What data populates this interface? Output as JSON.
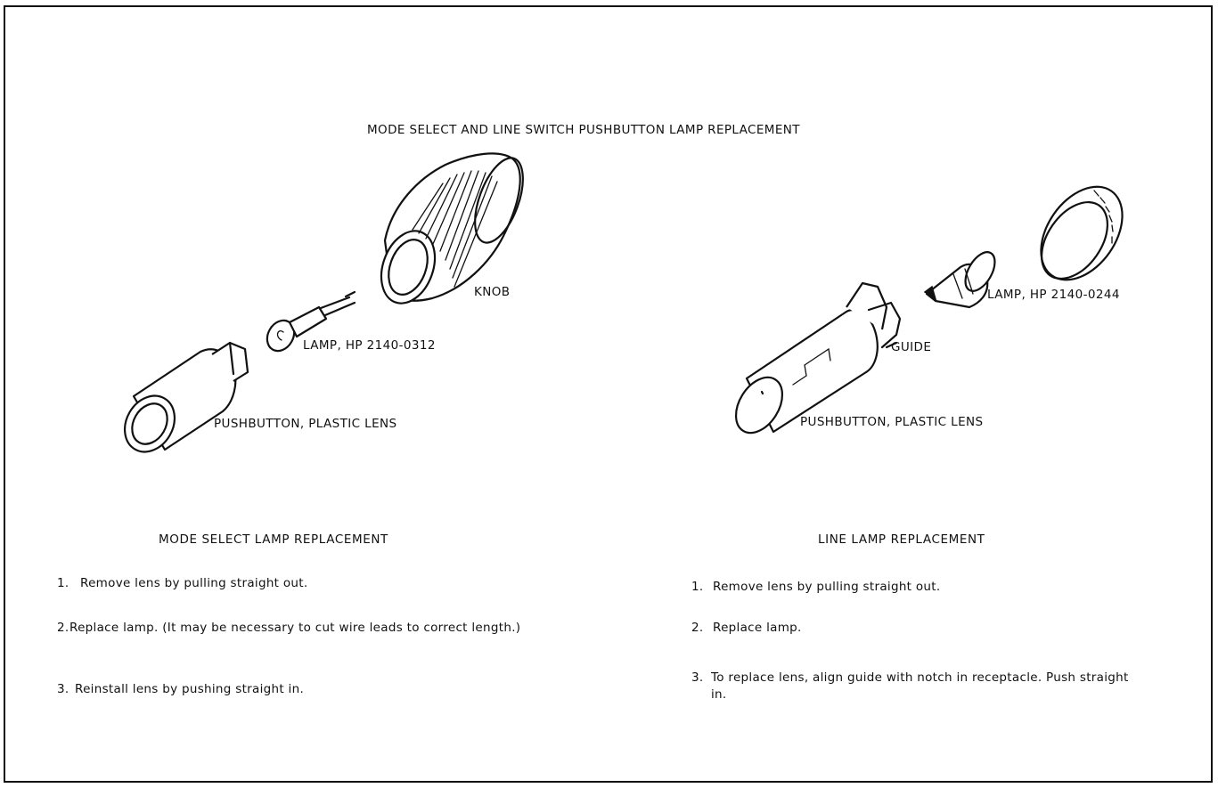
{
  "title": "MODE SELECT AND LINE SWITCH PUSHBUTTON LAMP REPLACEMENT",
  "left_panel": {
    "labels": {
      "knob": "KNOB",
      "lamp": "LAMP, HP 2140-0312",
      "pushbutton": "PUSHBUTTON, PLASTIC LENS"
    },
    "heading": "MODE SELECT LAMP REPLACEMENT",
    "steps": [
      {
        "num": "1.",
        "text": "Remove lens by pulling straight out."
      },
      {
        "num": "2.",
        "text": "Replace lamp. (It may be necessary to cut wire leads to correct length.)"
      },
      {
        "num": "3.",
        "text": "Reinstall lens by pushing straight in."
      }
    ]
  },
  "right_panel": {
    "labels": {
      "lamp": "LAMP, HP 2140-0244",
      "guide": "GUIDE",
      "pushbutton": "PUSHBUTTON, PLASTIC LENS"
    },
    "heading": "LINE LAMP REPLACEMENT",
    "steps": [
      {
        "num": "1.",
        "text": "Remove lens by pulling straight out."
      },
      {
        "num": "2.",
        "text": "Replace lamp."
      },
      {
        "num": "3.",
        "text": "To replace lens, align guide with notch in receptacle. Push straight in."
      }
    ]
  }
}
